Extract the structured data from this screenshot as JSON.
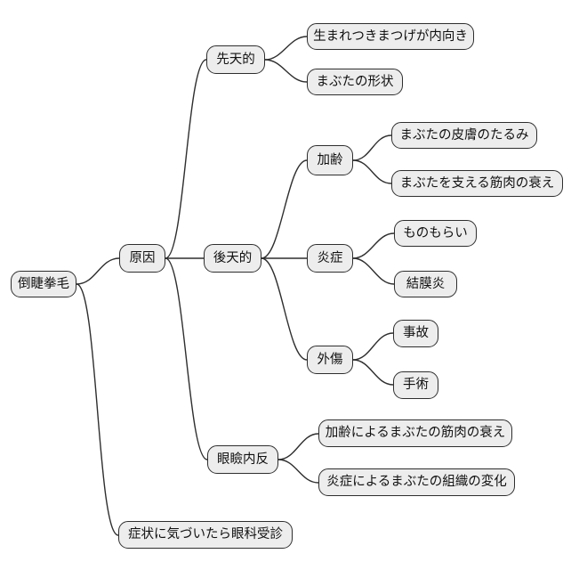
{
  "diagram": {
    "type": "mindmap",
    "orientation": "left-to-right",
    "colors": {
      "background": "#ffffff",
      "node_fill": "#ededed",
      "node_border": "#2e2e2e",
      "edge": "#2e2e2e",
      "text": "#111111"
    }
  },
  "tree": {
    "label": "倒睫拳毛",
    "children": [
      {
        "label": "原因",
        "children": [
          {
            "label": "先天的",
            "children": [
              {
                "label": "生まれつきまつげが内向き"
              },
              {
                "label": "まぶたの形状"
              }
            ]
          },
          {
            "label": "後天的",
            "children": [
              {
                "label": "加齢",
                "children": [
                  {
                    "label": "まぶたの皮膚のたるみ"
                  },
                  {
                    "label": "まぶたを支える筋肉の衰え"
                  }
                ]
              },
              {
                "label": "炎症",
                "children": [
                  {
                    "label": "ものもらい"
                  },
                  {
                    "label": "結膜炎"
                  }
                ]
              },
              {
                "label": "外傷",
                "children": [
                  {
                    "label": "事故"
                  },
                  {
                    "label": "手術"
                  }
                ]
              }
            ]
          },
          {
            "label": "眼瞼内反",
            "children": [
              {
                "label": "加齢によるまぶたの筋肉の衰え"
              },
              {
                "label": "炎症によるまぶたの組織の変化"
              }
            ]
          }
        ]
      },
      {
        "label": "症状に気づいたら眼科受診"
      }
    ]
  }
}
